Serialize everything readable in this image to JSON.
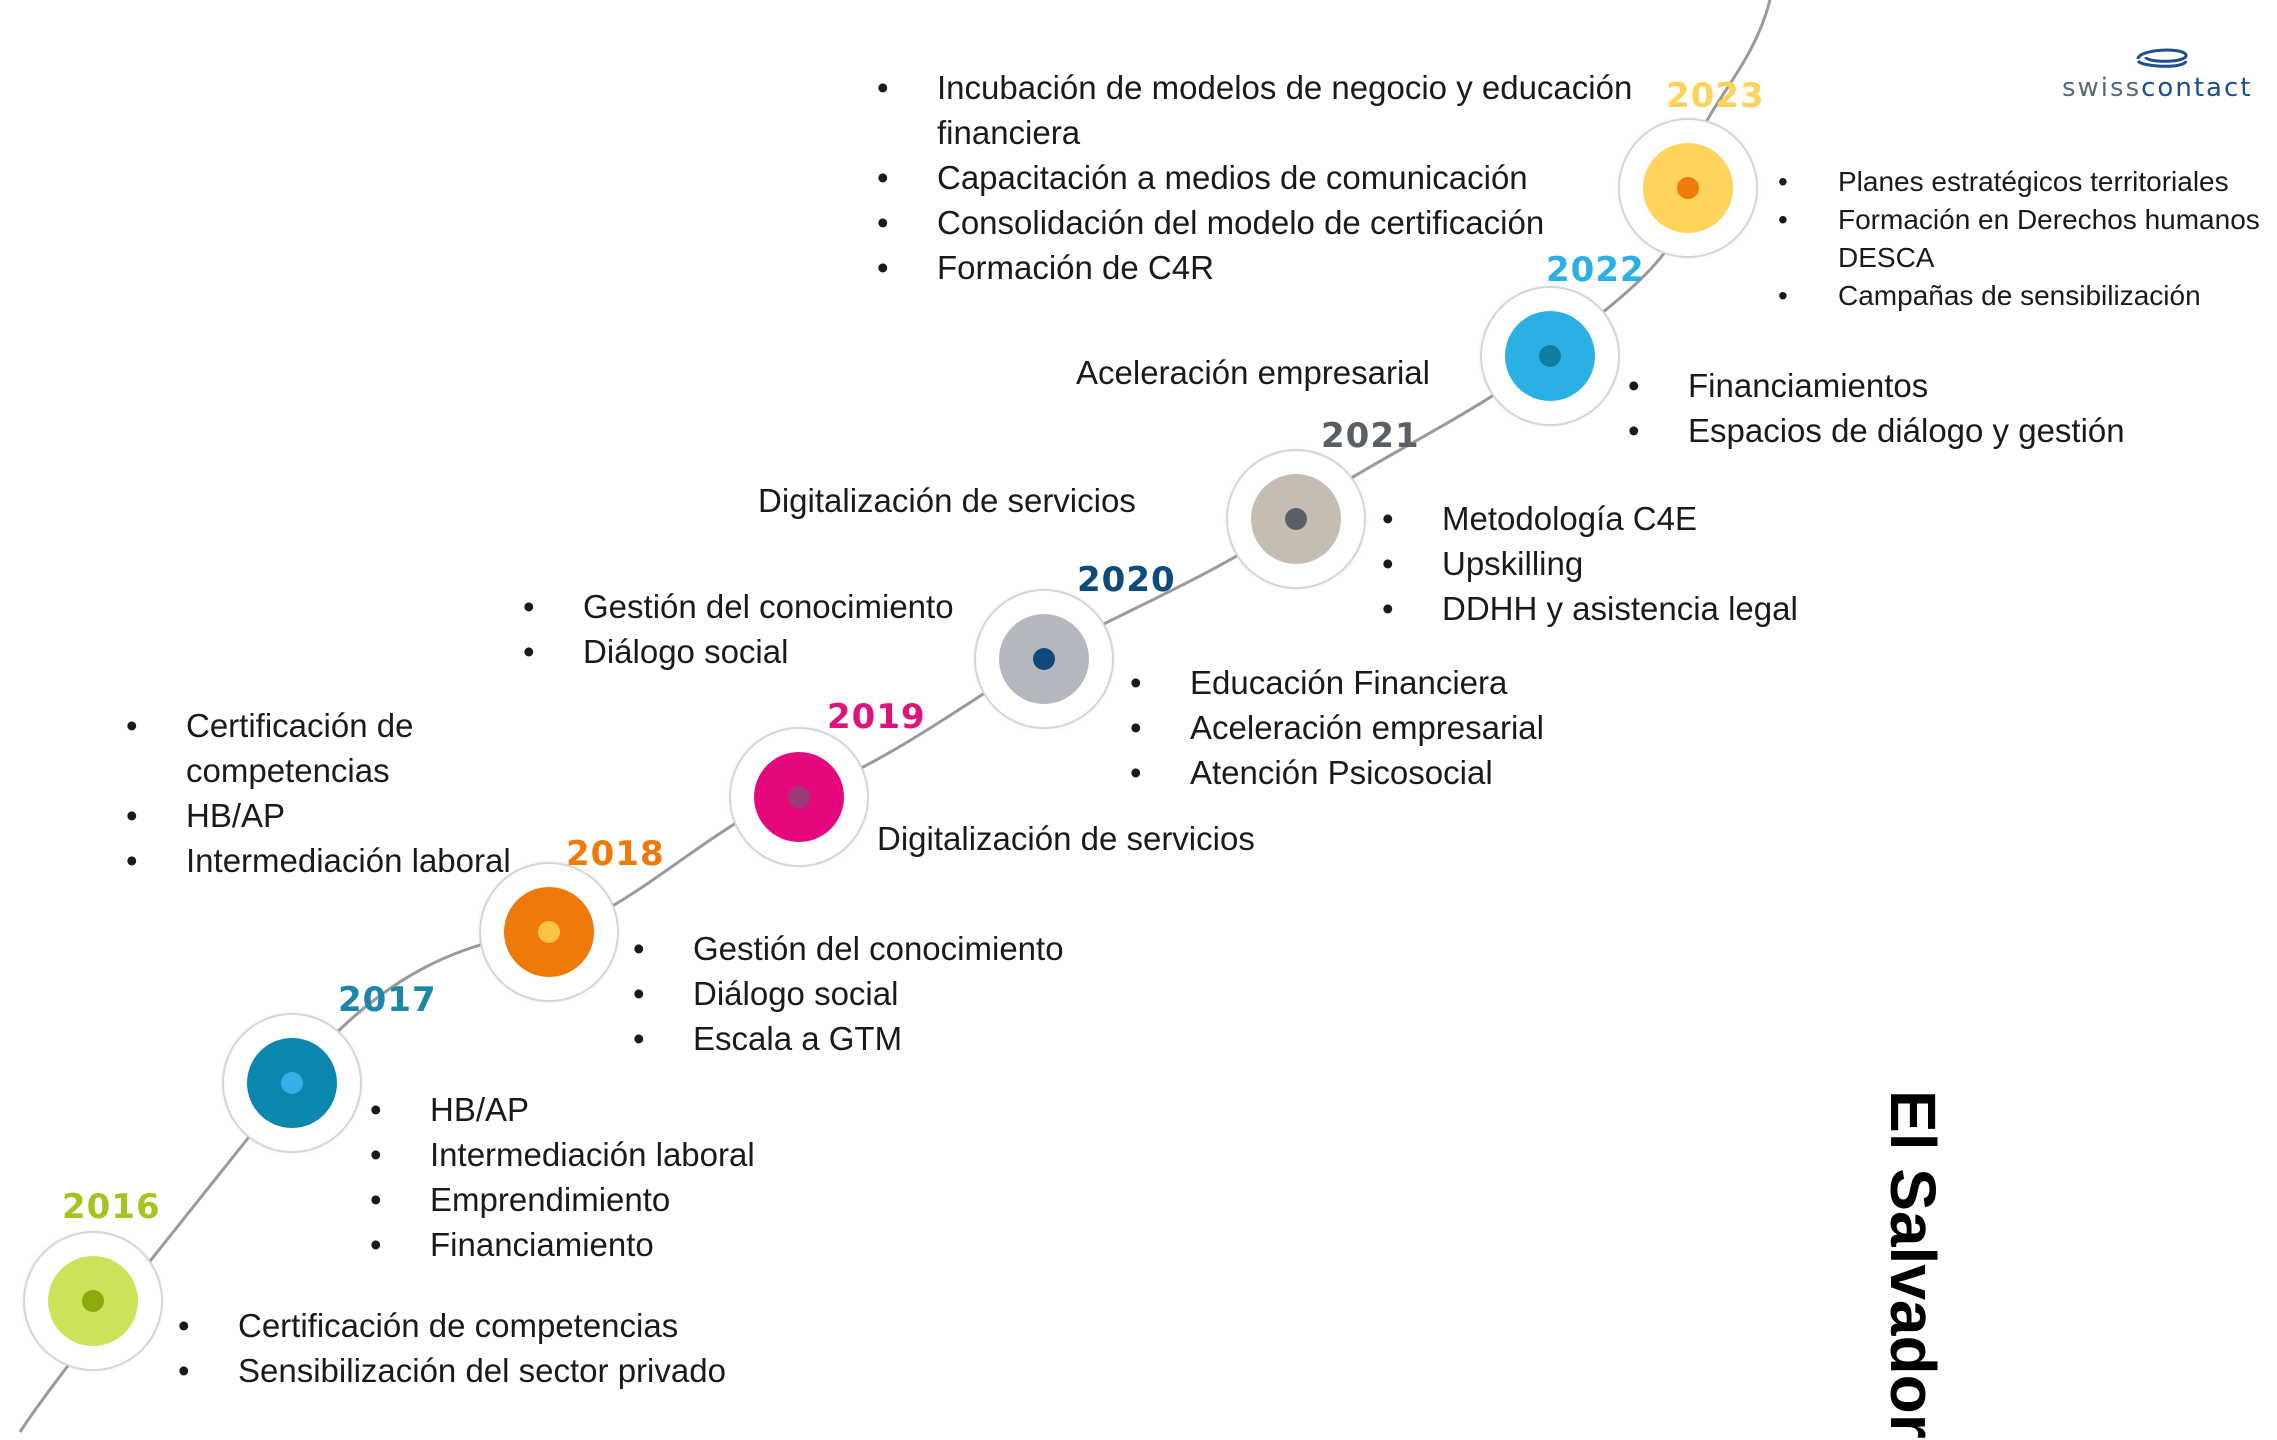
{
  "logo": {
    "part1": "swiss",
    "part2": "contact",
    "color_gray": "#5a6a7a",
    "color_blue": "#1f4e8c"
  },
  "country": "El Salvador",
  "timeline": [
    {
      "year": "2016",
      "year_color": "#a9c21f",
      "disc_color": "#cce25a",
      "dot_color": "#8aaa0e",
      "items_a": [
        "Certificación de competencias",
        "Sensibilización del sector privado"
      ],
      "items_b": []
    },
    {
      "year": "2017",
      "year_color": "#1b86a8",
      "disc_color": "#0b87ad",
      "dot_color": "#36aee8",
      "items_a": [
        "HB/AP",
        "Intermediación laboral",
        "Emprendimiento",
        "Financiamiento"
      ],
      "items_b": []
    },
    {
      "year": "2018",
      "year_color": "#ee7a0a",
      "disc_color": "#ef7a0a",
      "dot_color": "#fbc343",
      "items_a": [
        "Gestión del conocimiento",
        "Diálogo social",
        "Escala a GTM"
      ],
      "items_b": [
        "Certificación de competencias",
        "HB/AP",
        "Intermediación laboral"
      ]
    },
    {
      "year": "2019",
      "year_color": "#e2127c",
      "disc_color": "#e5077d",
      "dot_color": "#9c3a78",
      "items_a": [
        "Gestión del conocimiento",
        "Diálogo social"
      ],
      "note_a": "Digitalización de servicios",
      "items_b": []
    },
    {
      "year": "2020",
      "year_color": "#0e4a7a",
      "disc_color": "#b5b9bf",
      "dot_color": "#0f4a7a",
      "items_a": [
        "Educación Financiera",
        "Aceleración empresarial",
        "Atención Psicosocial"
      ],
      "note_a": "Digitalización de servicios",
      "items_b": []
    },
    {
      "year": "2021",
      "year_color": "#5a5f66",
      "disc_color": "#c5bcb2",
      "dot_color": "#5a5f66",
      "items_a": [
        "Metodología C4E",
        "Upskilling",
        "DDHH y asistencia legal"
      ],
      "note_a": "Aceleración empresarial",
      "items_b": []
    },
    {
      "year": "2022",
      "year_color": "#2bb0e6",
      "disc_color": "#2bb0e6",
      "dot_color": "#0e7fa0",
      "items_a": [
        "Financiamientos",
        "Espacios de diálogo y gestión"
      ],
      "items_b": []
    },
    {
      "year": "2023",
      "year_color": "#fdd35c",
      "disc_color": "#fdd35c",
      "dot_color": "#ee7a0a",
      "items_a": [
        "Planes estratégicos territoriales",
        "Formación en Derechos humanos DESCA",
        "Campañas de sensibilización"
      ],
      "items_b": [
        "Incubación de modelos de negocio y educación financiera",
        "Capacitación a medios de comunicación",
        "Consolidación del modelo de certificación",
        "Formación de C4R"
      ]
    }
  ]
}
